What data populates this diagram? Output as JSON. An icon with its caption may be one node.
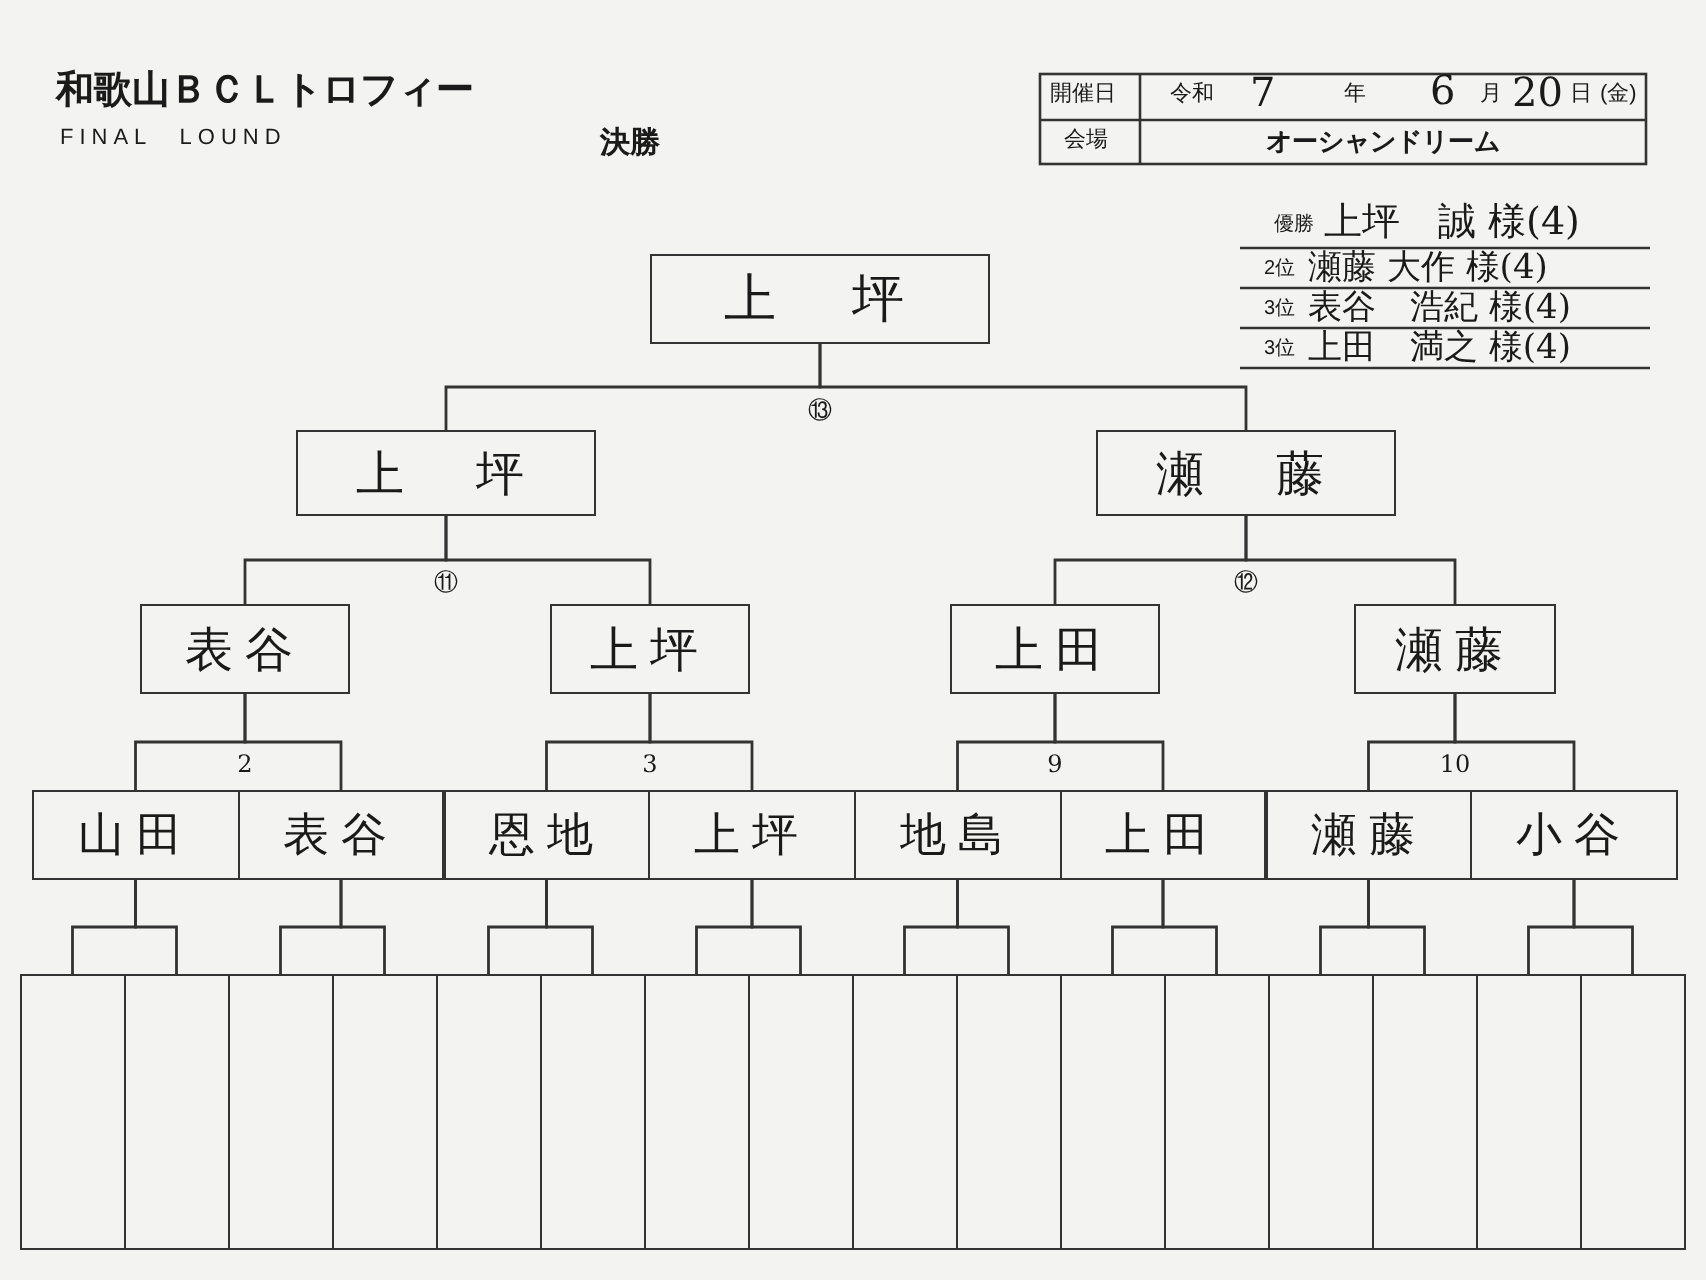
{
  "diagram": {
    "title": "和歌山ＢＣＬトロフィー",
    "nodes": [
      {
        "text": [
          "上　坪"
        ]
      },
      {
        "text": [
          "上　坪"
        ]
      },
      {
        "text": [
          "瀬　藤"
        ]
      },
      {
        "text": [
          "表谷"
        ]
      },
      {
        "text": [
          "上坪"
        ]
      },
      {
        "text": [
          "上田"
        ]
      },
      {
        "text": [
          "瀬藤"
        ]
      },
      {
        "text": [
          "山田"
        ]
      },
      {
        "text": [
          "表谷"
        ]
      },
      {
        "text": [
          "恩地"
        ]
      },
      {
        "text": [
          "上坪"
        ]
      },
      {
        "text": [
          "地島"
        ]
      },
      {
        "text": [
          "上田"
        ]
      },
      {
        "text": [
          "瀬藤"
        ]
      },
      {
        "text": [
          "小谷"
        ]
      },
      {
        "text": [],
        "shape": "box"
      },
      {
        "text": [],
        "shape": "box"
      },
      {
        "text": [],
        "shape": "box"
      },
      {
        "text": [],
        "shape": "box"
      },
      {
        "text": [],
        "shape": "box"
      },
      {
        "text": [],
        "shape": "box"
      },
      {
        "text": [],
        "shape": "box"
      },
      {
        "text": [],
        "shape": "box"
      },
      {
        "text": [],
        "shape": "box"
      },
      {
        "text": [],
        "shape": "box"
      },
      {
        "text": [],
        "shape": "box"
      },
      {
        "text": [],
        "shape": "box"
      },
      {
        "text": [],
        "shape": "box"
      },
      {
        "text": [],
        "shape": "box"
      },
      {
        "text": [],
        "shape": "box"
      },
      {
        "text": [],
        "shape": "box"
      }
    ],
    "edges": [
      {
        "from": 1,
        "to": 0,
        "arrow": "none",
        "label": "⑬"
      },
      {
        "from": 2,
        "to": 0,
        "arrow": "none"
      },
      {
        "from": 3,
        "to": 1,
        "arrow": "none",
        "label": "⑪"
      },
      {
        "from": 4,
        "to": 1,
        "arrow": "none"
      },
      {
        "from": 5,
        "to": 2,
        "arrow": "none",
        "label": "⑫"
      },
      {
        "from": 6,
        "to": 2,
        "arrow": "none"
      },
      {
        "from": 7,
        "to": 3,
        "arrow": "none",
        "label": "2"
      },
      {
        "from": 8,
        "to": 3,
        "arrow": "none"
      },
      {
        "from": 9,
        "to": 4,
        "arrow": "none",
        "label": "3"
      },
      {
        "from": 10,
        "to": 4,
        "arrow": "none"
      },
      {
        "from": 11,
        "to": 5,
        "arrow": "none",
        "label": "9"
      },
      {
        "from": 12,
        "to": 5,
        "arrow": "none"
      },
      {
        "from": 13,
        "to": 6,
        "arrow": "none",
        "label": "10"
      },
      {
        "from": 14,
        "to": 6,
        "arrow": "none"
      },
      {
        "from": 15,
        "to": 7,
        "arrow": "none"
      },
      {
        "from": 16,
        "to": 7,
        "arrow": "none"
      },
      {
        "from": 17,
        "to": 8,
        "arrow": "none"
      },
      {
        "from": 18,
        "to": 8,
        "arrow": "none"
      },
      {
        "from": 19,
        "to": 9,
        "arrow": "none"
      },
      {
        "from": 20,
        "to": 9,
        "arrow": "none"
      },
      {
        "from": 21,
        "to": 10,
        "arrow": "none"
      },
      {
        "from": 22,
        "to": 10,
        "arrow": "none"
      },
      {
        "from": 23,
        "to": 11,
        "arrow": "none"
      },
      {
        "from": 24,
        "to": 11,
        "arrow": "none"
      },
      {
        "from": 25,
        "to": 12,
        "arrow": "none"
      },
      {
        "from": 26,
        "to": 12,
        "arrow": "none"
      },
      {
        "from": 27,
        "to": 13,
        "arrow": "none"
      },
      {
        "from": 28,
        "to": 13,
        "arrow": "none"
      },
      {
        "from": 29,
        "to": 14,
        "arrow": "none"
      },
      {
        "from": 30,
        "to": 14,
        "arrow": "none"
      }
    ],
    "labels": [
      "FINAL　LOUND",
      "決勝",
      "開催日",
      "令和",
      "7",
      "年",
      "6",
      "月",
      "20",
      "日",
      "(金)",
      "会場",
      "オーシャンドリーム",
      "優勝",
      "上坪　誠 様(4)",
      "2位",
      "瀬藤 大作 様(4)",
      "3位",
      "表谷　浩紀 様(4)",
      "3位",
      "上田　満之 様(4)"
    ]
  }
}
